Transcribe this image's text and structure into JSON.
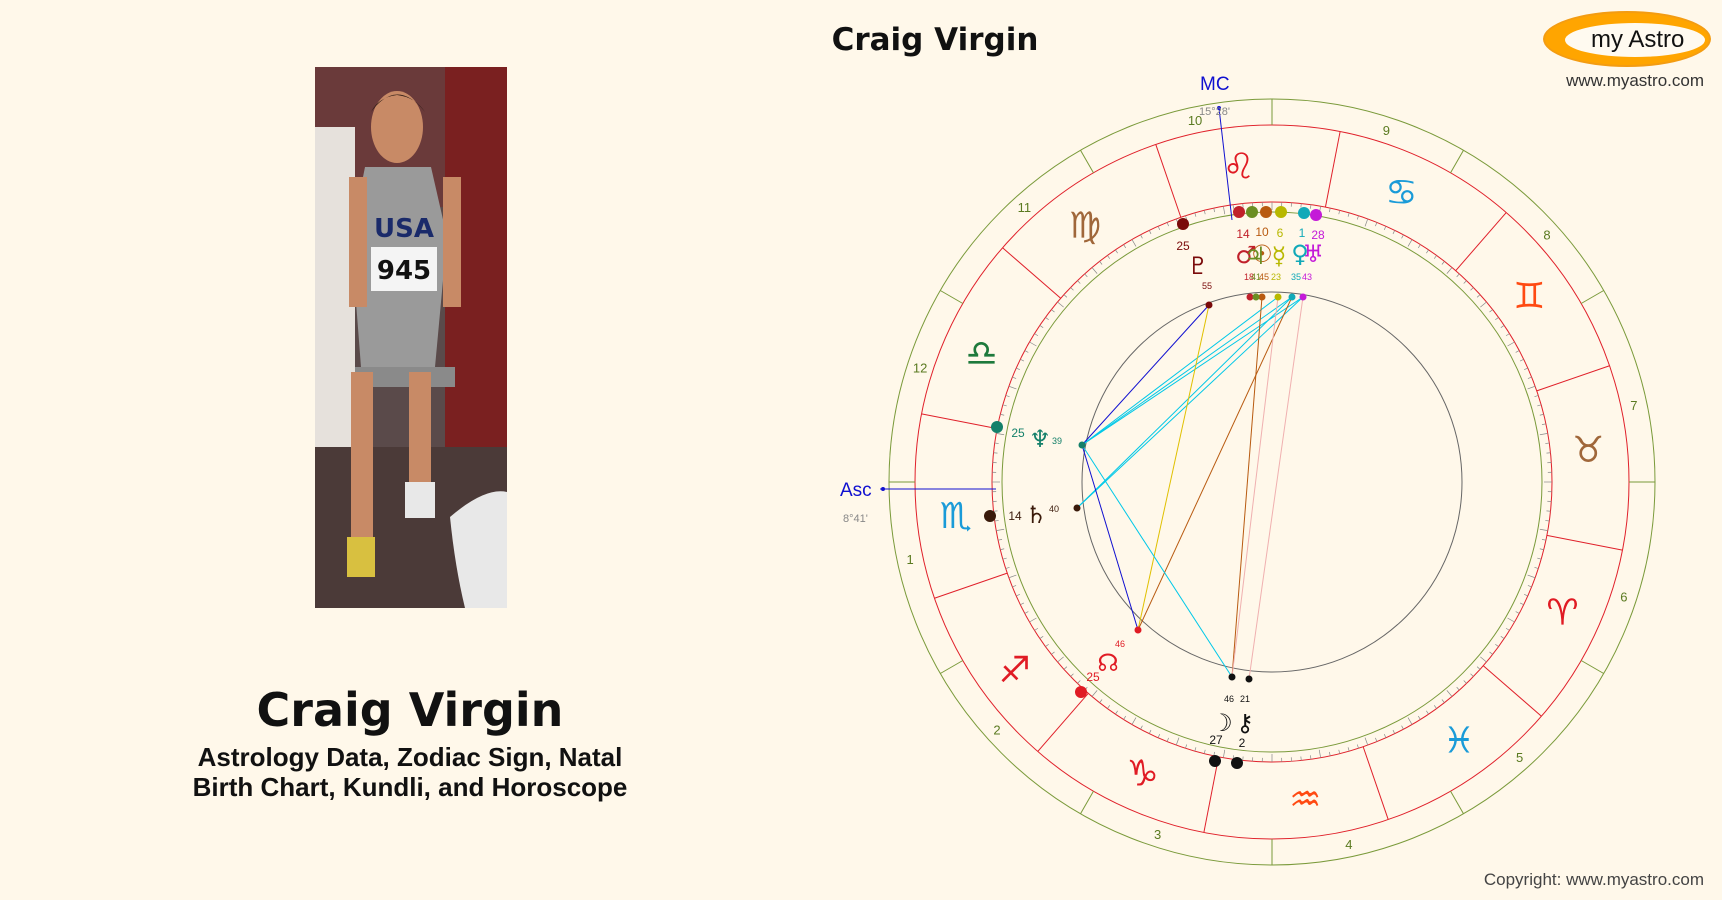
{
  "header": {
    "chart_title": "Craig Virgin"
  },
  "logo": {
    "text": "my Astro",
    "url": "www.myastro.com"
  },
  "profile": {
    "name": "Craig Virgin",
    "subtitle_line1": "Astrology Data, Zodiac Sign, Natal",
    "subtitle_line2": "Birth Chart, Kundli, and Horoscope"
  },
  "footer": {
    "copyright": "Copyright: www.myastro.com"
  },
  "chart": {
    "asc_label": "Asc",
    "asc_degree": "8°41'",
    "mc_label": "MC",
    "mc_degree": "15°28'",
    "houses": [
      "1",
      "2",
      "3",
      "4",
      "5",
      "6",
      "7",
      "8",
      "9",
      "10",
      "11",
      "12"
    ],
    "signs": [
      {
        "glyph": "♌",
        "color": "#e01b24"
      },
      {
        "glyph": "♋",
        "color": "#1a9bd8"
      },
      {
        "glyph": "♍",
        "color": "#a0673a"
      },
      {
        "glyph": "♊",
        "color": "#ff4a12"
      },
      {
        "glyph": "♎",
        "color": "#1e7a3c"
      },
      {
        "glyph": "♉",
        "color": "#a0673a"
      },
      {
        "glyph": "♏",
        "color": "#1a9bd8"
      },
      {
        "glyph": "♈",
        "color": "#e01b24"
      },
      {
        "glyph": "♐",
        "color": "#e01b24"
      },
      {
        "glyph": "♓",
        "color": "#1a9bd8"
      },
      {
        "glyph": "♑",
        "color": "#e01b24"
      },
      {
        "glyph": "♒",
        "color": "#ff4a12"
      }
    ],
    "planets": {
      "pluto": {
        "glyph": "♇",
        "deg": "25",
        "min": "55",
        "color": "#7a0a0a"
      },
      "neptune": {
        "glyph": "♆",
        "deg": "25",
        "min": "39",
        "color": "#14806a"
      },
      "saturn": {
        "glyph": "♄",
        "deg": "14",
        "min": "40",
        "color": "#3a1a0a"
      },
      "node": {
        "glyph": "☊",
        "deg": "25",
        "min": "46",
        "color": "#e01b24"
      },
      "moon": {
        "glyph": "☽",
        "deg": "27",
        "min": "46",
        "color": "#111111"
      },
      "chiron": {
        "glyph": "⚷",
        "deg": "2",
        "min": "21",
        "color": "#111111"
      },
      "mars": {
        "glyph": "♂",
        "deg": "14",
        "min": "18",
        "color": "#c0202a"
      },
      "sun": {
        "glyph": "☉",
        "deg": "10",
        "min": "45",
        "color": "#b85a10"
      },
      "mercury": {
        "glyph": "☿",
        "deg": "6",
        "min": "23",
        "color": "#b8b800"
      },
      "venus": {
        "glyph": "♀",
        "deg": "1",
        "min": "35",
        "color": "#11a9b8"
      },
      "uranus": {
        "glyph": "♅",
        "deg": "28",
        "min": "43",
        "color": "#c41ad8"
      },
      "jupiter": {
        "glyph": "♃",
        "deg": "",
        "min": "41",
        "color": "#6b8e23"
      }
    }
  },
  "colors": {
    "background": "#fff8ea",
    "outer_ring": "#7a9a3a",
    "inner_ring": "#e0202a",
    "asc_mc": "#1010d0"
  }
}
